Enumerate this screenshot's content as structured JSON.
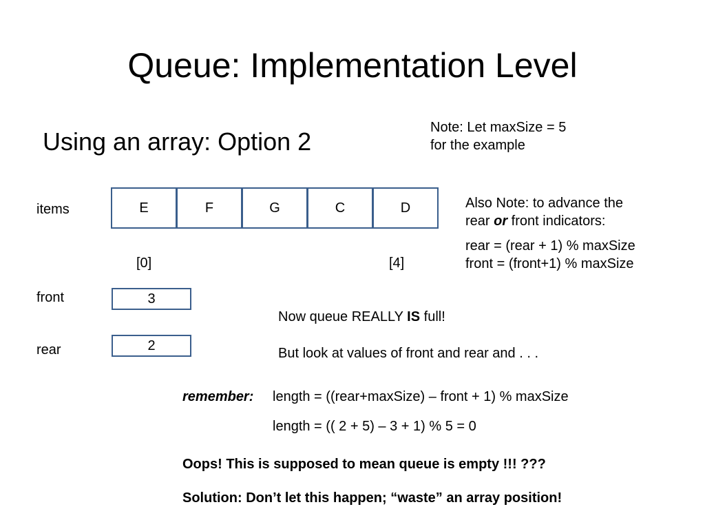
{
  "title": "Queue:  Implementation Level",
  "subtitle": "Using an array:  Option 2",
  "note": {
    "line1": "Note:  Let  maxSize = 5",
    "line2": "for the example"
  },
  "also_note": {
    "line1": "Also Note:  to advance the",
    "line2_pre": "rear ",
    "line2_em": "or",
    "line2_post": " front indicators:",
    "rear_formula": "rear = (rear + 1) % maxSize",
    "front_formula": "front = (front+1) % maxSize"
  },
  "labels": {
    "items": "items",
    "front": "front",
    "rear": "rear",
    "index_first": "[0]",
    "index_last": "[4]"
  },
  "items": [
    "E",
    "F",
    "G",
    "C",
    "D"
  ],
  "front_value": "3",
  "rear_value": "2",
  "full_msg": {
    "pre": "Now queue REALLY ",
    "bold": "IS",
    "post": " full!"
  },
  "look_msg": "But look at values of front and rear and . . .",
  "remember": {
    "label": "remember:",
    "formula": "length = ((rear+maxSize) – front + 1) % maxSize",
    "computed": "length = (( 2 + 5) – 3 + 1) % 5 = 0"
  },
  "oops": "Oops!  This is supposed to mean queue is empty !!! ???",
  "solution": "Solution:  Don’t let this happen; “waste” an array position!"
}
